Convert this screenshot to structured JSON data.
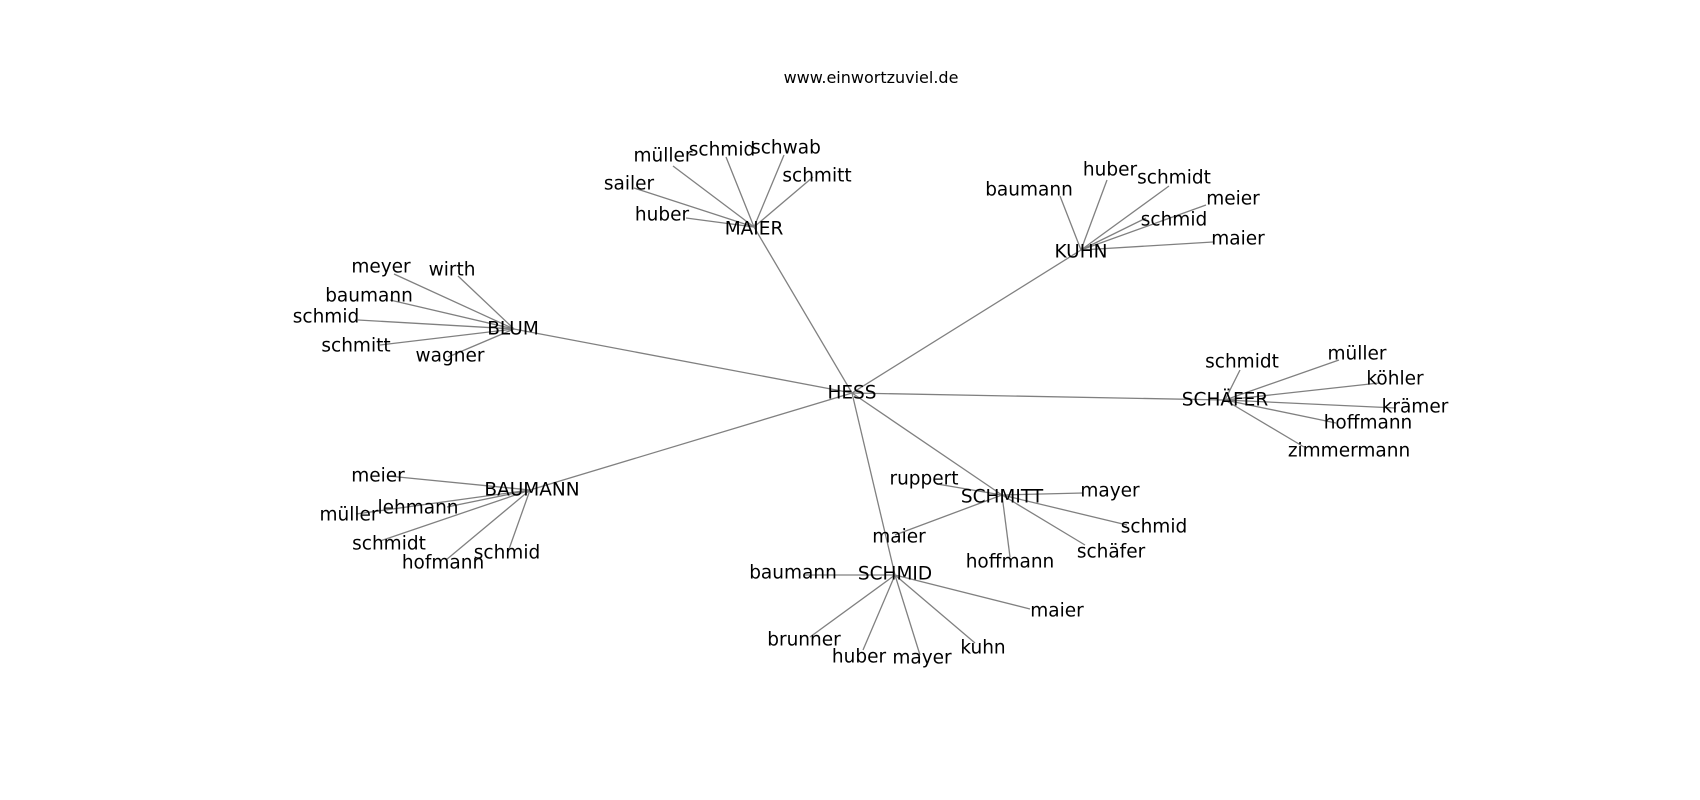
{
  "title": "www.einwortzuviel.de",
  "center": "HESS",
  "groups": [
    {
      "name": "MAIER",
      "members": [
        "müller",
        "schmid",
        "schwab",
        "schmitt",
        "sailer",
        "huber"
      ]
    },
    {
      "name": "KUHN",
      "members": [
        "baumann",
        "huber",
        "schmidt",
        "meier",
        "schmid",
        "maier"
      ]
    },
    {
      "name": "BLUM",
      "members": [
        "meyer",
        "wirth",
        "baumann",
        "schmid",
        "schmitt",
        "wagner"
      ]
    },
    {
      "name": "SCHÄFER",
      "members": [
        "schmidt",
        "müller",
        "köhler",
        "krämer",
        "hoffmann",
        "zimmermann"
      ]
    },
    {
      "name": "BAUMANN",
      "members": [
        "meier",
        "lehmann",
        "müller",
        "schmidt",
        "hofmann",
        "schmid"
      ]
    },
    {
      "name": "SCHMITT",
      "members": [
        "ruppert",
        "mayer",
        "maier",
        "schmid",
        "hoffmann",
        "schäfer"
      ]
    },
    {
      "name": "SCHMID",
      "members": [
        "baumann",
        "maier",
        "brunner",
        "huber",
        "mayer",
        "kuhn"
      ]
    }
  ],
  "colors": {
    "edge": "#808080",
    "text": "#000000",
    "background": "#ffffff"
  }
}
